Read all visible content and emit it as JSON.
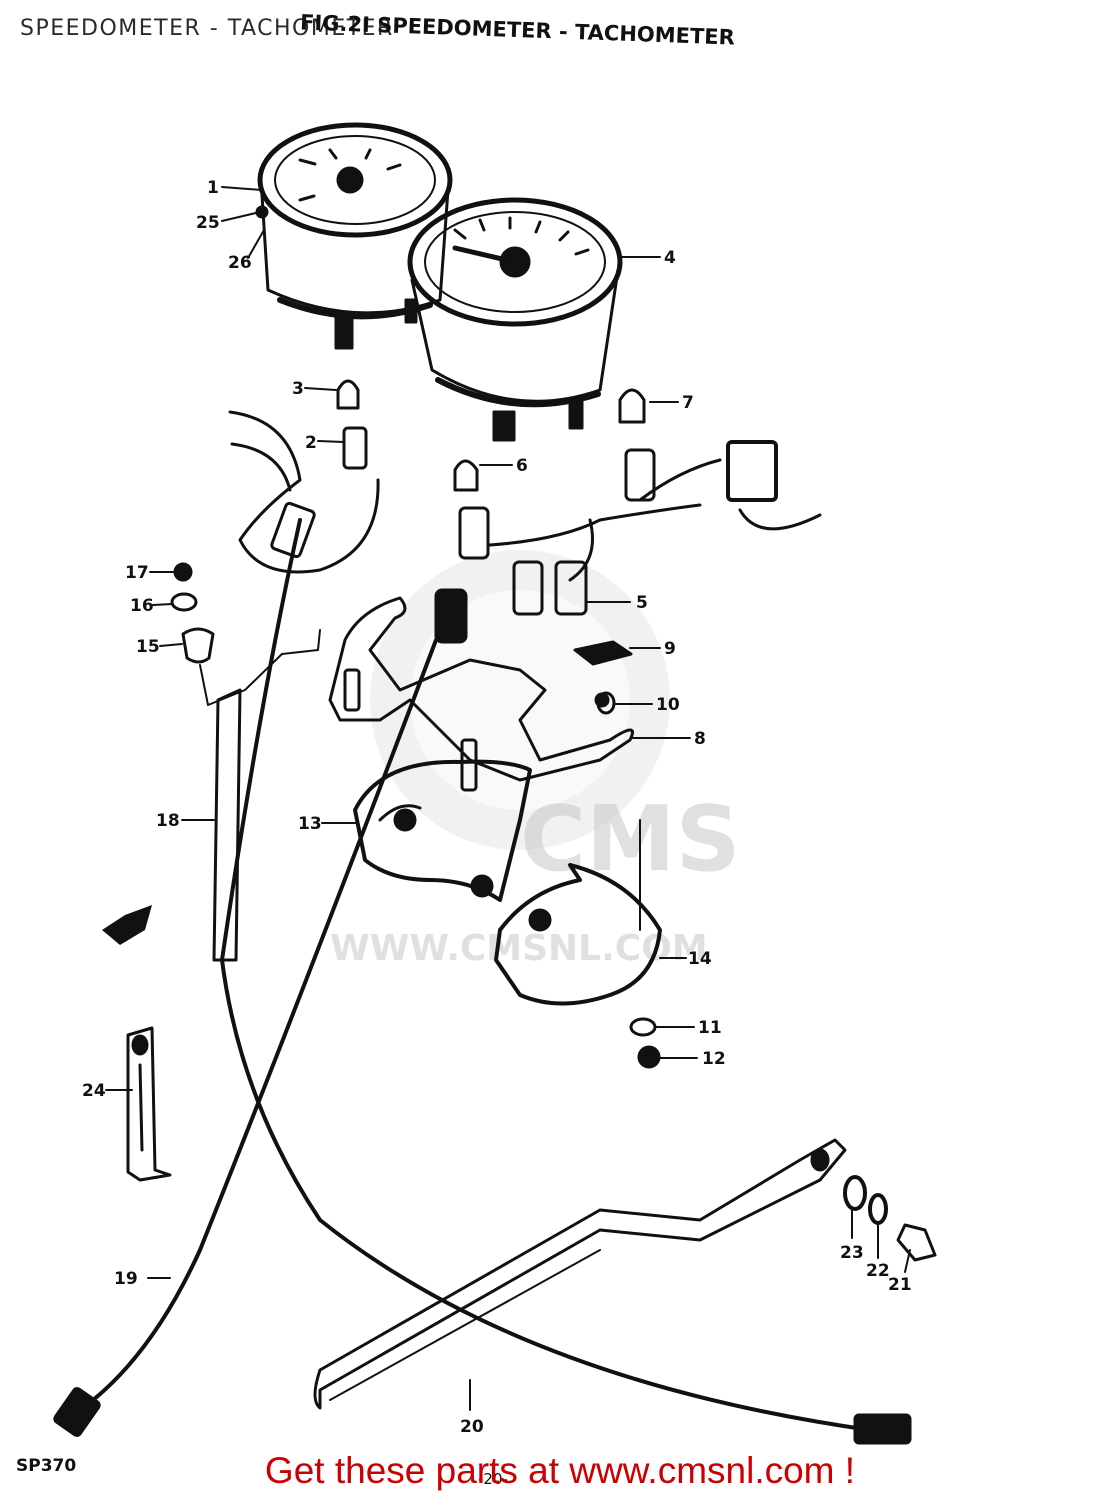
{
  "header": {
    "page_title": "SPEEDOMETER - TACHOMETER",
    "figure_title": "FIG.2I SPEEDOMETER - TACHOMETER"
  },
  "watermark": {
    "logo_text": "CMS",
    "url_text": "WWW.CMSNL.COM"
  },
  "part_labels": [
    "1",
    "25",
    "26",
    "4",
    "3",
    "7",
    "2",
    "6",
    "17",
    "16",
    "15",
    "5",
    "9",
    "10",
    "8",
    "13",
    "18",
    "14",
    "11",
    "12",
    "24",
    "23",
    "22",
    "21",
    "19",
    "20"
  ],
  "footer": {
    "sheet_code": "SP370",
    "page_code": "-20-",
    "cta_text": "Get these parts at www.cmsnl.com !"
  },
  "colors": {
    "ink": "#111111",
    "cta": "#cc0000",
    "watermark": "#c8c8c8"
  }
}
